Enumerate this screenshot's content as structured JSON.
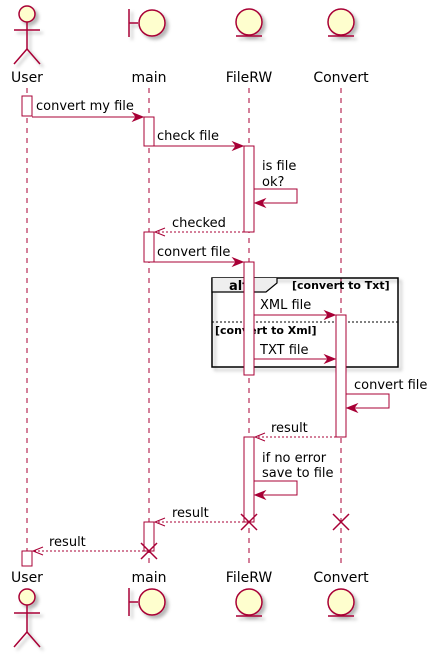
{
  "colors": {
    "participant_fill": "#FEFECE",
    "participant_stroke": "#A80036",
    "arrow": "#A80036",
    "lifeline": "#A80036",
    "fragment_stroke": "#000000",
    "shadow": "#C8C8C8"
  },
  "participants": [
    {
      "id": "user",
      "label": "User",
      "shape": "actor"
    },
    {
      "id": "main",
      "label": "main",
      "shape": "boundary"
    },
    {
      "id": "filerw",
      "label": "FileRW",
      "shape": "entity"
    },
    {
      "id": "convert",
      "label": "Convert",
      "shape": "entity"
    }
  ],
  "messages": [
    {
      "id": "m1",
      "from": "user",
      "to": "main",
      "text": "convert my file",
      "style": "solid"
    },
    {
      "id": "m2",
      "from": "main",
      "to": "filerw",
      "text": "check file",
      "style": "solid"
    },
    {
      "id": "m3",
      "from": "filerw",
      "to": "filerw",
      "lines": [
        "is file",
        "ok?"
      ],
      "style": "self"
    },
    {
      "id": "m4",
      "from": "filerw",
      "to": "main",
      "text": "checked",
      "style": "dashed"
    },
    {
      "id": "m5",
      "from": "main",
      "to": "filerw",
      "text": "convert file",
      "style": "solid"
    },
    {
      "id": "m6",
      "from": "filerw",
      "to": "convert",
      "text": "XML file",
      "style": "solid"
    },
    {
      "id": "m7",
      "from": "filerw",
      "to": "convert",
      "text": "TXT file",
      "style": "solid"
    },
    {
      "id": "m8",
      "from": "convert",
      "to": "convert",
      "lines": [
        "convert file"
      ],
      "style": "self"
    },
    {
      "id": "m9",
      "from": "convert",
      "to": "filerw",
      "text": "result",
      "style": "dashed"
    },
    {
      "id": "m10",
      "from": "filerw",
      "to": "filerw",
      "lines": [
        "if no error",
        "save to file"
      ],
      "style": "self"
    },
    {
      "id": "m11",
      "from": "filerw",
      "to": "main",
      "text": "result",
      "style": "dashed"
    },
    {
      "id": "m12",
      "from": "main",
      "to": "user",
      "text": "result",
      "style": "dashed"
    }
  ],
  "alt_fragment": {
    "keyword": "alt",
    "guards": [
      "[convert to Txt]",
      "[convert to Xml]"
    ]
  },
  "destroyed": [
    "filerw",
    "convert",
    "main"
  ]
}
